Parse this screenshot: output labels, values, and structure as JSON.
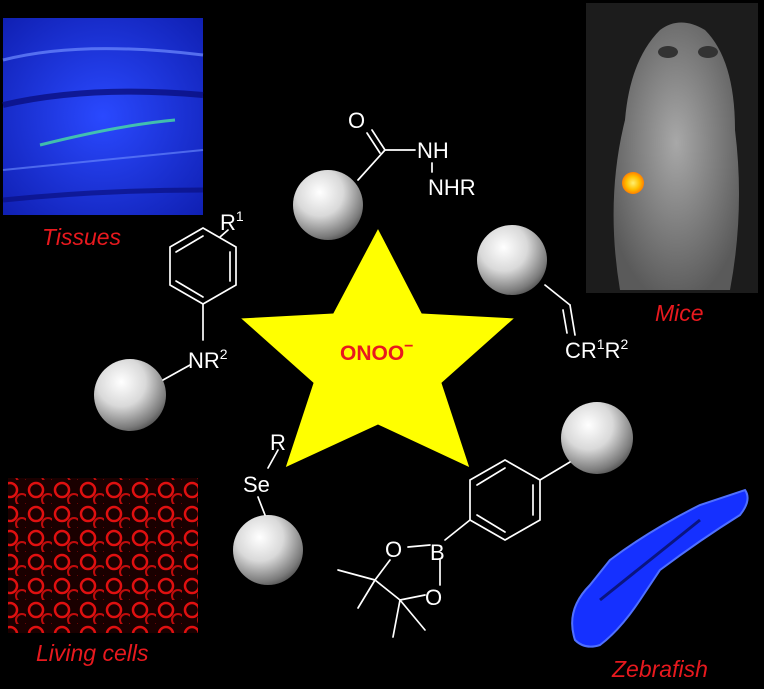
{
  "center": {
    "label": "ONOO",
    "charge": "−",
    "star_fill": "#ffff00",
    "text_color": "#e8191e"
  },
  "captions": {
    "tissues": "Tissues",
    "mice": "Mice",
    "living_cells": "Living cells",
    "zebrafish": "Zebrafish"
  },
  "groups": {
    "hydrazide": {
      "o": "O",
      "nh": "NH",
      "nhr": "NHR"
    },
    "aniline": {
      "r1": "R",
      "r1_sup": "1",
      "nr2": "NR",
      "nr2_sup": "2"
    },
    "alkene": {
      "cr": "CR",
      "sup1": "1",
      "r2": "R",
      "sup2": "2"
    },
    "selenide": {
      "r": "R",
      "se": "Se"
    },
    "boronate": {
      "o_top": "O",
      "b": "B",
      "o_bottom": "O"
    }
  },
  "colors": {
    "background": "#000000",
    "caption": "#e8191e",
    "tissue_blue": "#1a2fd6",
    "cell_red": "#e01010",
    "zebrafish_blue": "#1530ff",
    "mouse_gray": "#8a8a8a",
    "mouse_signal": "#ffb400"
  },
  "icons": [
    "sphere-icon",
    "star-icon"
  ]
}
